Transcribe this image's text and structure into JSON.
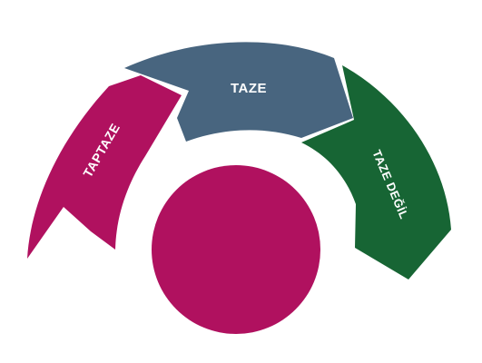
{
  "diagram": {
    "segments": [
      {
        "id": "taptaze",
        "label": "TAPTAZE",
        "color": "#b0115f"
      },
      {
        "id": "taze",
        "label": "TAZE",
        "color": "#48657f"
      },
      {
        "id": "taze-degil",
        "label": "TAZE DEĞİL",
        "color": "#176534"
      }
    ],
    "center": {
      "color": "#b0115f"
    },
    "background": "#ffffff"
  }
}
